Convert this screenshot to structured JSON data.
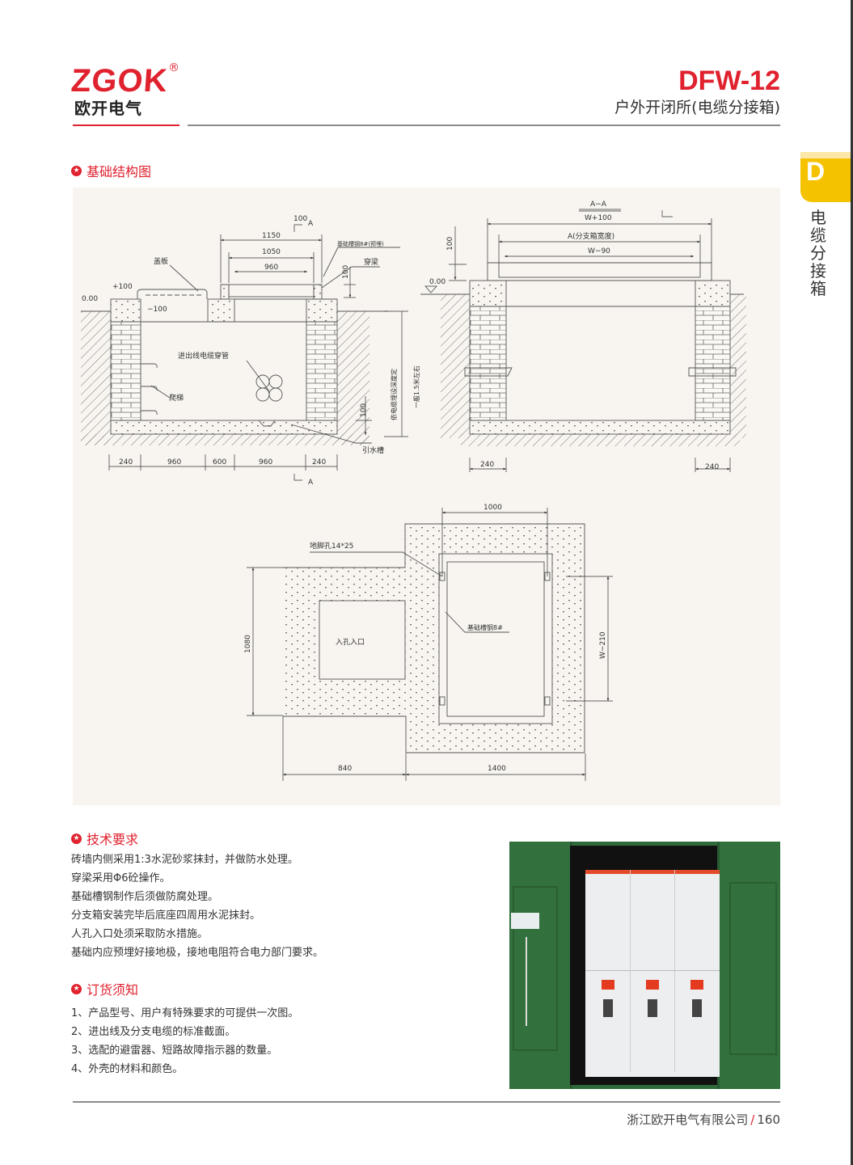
{
  "header": {
    "logo_en": "ZGOK",
    "logo_reg": "®",
    "logo_cn": "欧开电气",
    "model": "DFW-12",
    "subtitle": "户外开闭所(电缆分接箱)"
  },
  "side_tab": {
    "letter": "D",
    "label": "电缆分接箱"
  },
  "sections": {
    "foundation": {
      "title": "基础结构图"
    },
    "tech": {
      "title": "技术要求",
      "lines": [
        "砖墙内侧采用1:3水泥砂浆抹封，并做防水处理。",
        "穿梁采用Φ6砼操作。",
        "基础槽钢制作后须做防腐处理。",
        "分支箱安装完毕后底座四周用水泥抹封。",
        "人孔入口处须采取防水措施。",
        "基础内应预埋好接地极，接地电阻符合电力部门要求。"
      ]
    },
    "order": {
      "title": "订货须知",
      "lines": [
        "1、产品型号、用户有特殊要求的可提供一次图。",
        "2、进出线及分支电缆的标准截面。",
        "3、选配的避雷器、短路故障指示器的数量。",
        "4、外壳的材料和颜色。"
      ]
    }
  },
  "drawing": {
    "section": {
      "a_top_100": "100",
      "a_mark": "A",
      "d1150": "1150",
      "d1050": "1050",
      "d960": "960",
      "cover": "盖板",
      "plus100": "+100",
      "zero": "0.00",
      "minus100": "−100",
      "channel": "基础槽钢8#(预埋)",
      "beam": "穿梁",
      "v100": "100",
      "pipes": "进出线电缆穿管",
      "ladder": "爬梯",
      "depth": "依电缆埋设深度定",
      "approx": "一般1.5米左右",
      "v100b": "100",
      "drain": "引水槽",
      "bottom": [
        "240",
        "960",
        "600",
        "960",
        "240"
      ],
      "a_bottom": "A"
    },
    "aa": {
      "title": "A−A",
      "w100": "W+100",
      "a_width": "A(分支箱宽度)",
      "w90": "W−90",
      "v100": "100",
      "zero": "0.00",
      "left240": "240",
      "right240": "240"
    },
    "plan": {
      "d1000": "1000",
      "bolt": "地脚孔14*25",
      "channel": "基础槽钢8#",
      "manhole": "入孔入口",
      "d1080": "1080",
      "w210": "W−210",
      "d840": "840",
      "d1400": "1400"
    }
  },
  "footer": {
    "company": "浙江欧开电气有限公司",
    "slash": "/",
    "page": "160"
  },
  "colors": {
    "brand_red": "#e0212e",
    "tab_yellow": "#f5c200",
    "panel_bg": "#f8f5f0"
  }
}
